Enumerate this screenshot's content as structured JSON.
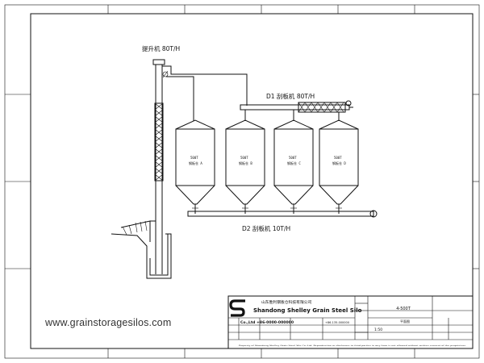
{
  "drawing": {
    "elevator_label": "提升机 80T/H",
    "conveyor_top_label": "D1 刮板机 80T/H",
    "conveyor_bottom_label": "D2 刮板机 10T/H",
    "silos": [
      {
        "capacity": "500T",
        "name": "钢板仓 A"
      },
      {
        "capacity": "500T",
        "name": "钢板仓 B"
      },
      {
        "capacity": "500T",
        "name": "钢板仓 C"
      },
      {
        "capacity": "500T",
        "name": "钢板仓 D"
      }
    ]
  },
  "title_block": {
    "company_cn": "山东胜利钢板仓科技有限公司",
    "company_en": "Shandong Shelley Grain Steel Silo",
    "contact_line": "Co.,Ltd  +86-0000-000000",
    "phone_right": "+86-135-000000",
    "drawing_title": "4-500T",
    "scale": "1:50",
    "sheet_name": "平面图",
    "notes": "Property of Shandong Shelley Grain Steel Silo Co.,Ltd. Reproduction or disclosure to third parties in any form is not allowed without written consent of the proprietors."
  },
  "watermark": "www.grainstoragesilos.com"
}
